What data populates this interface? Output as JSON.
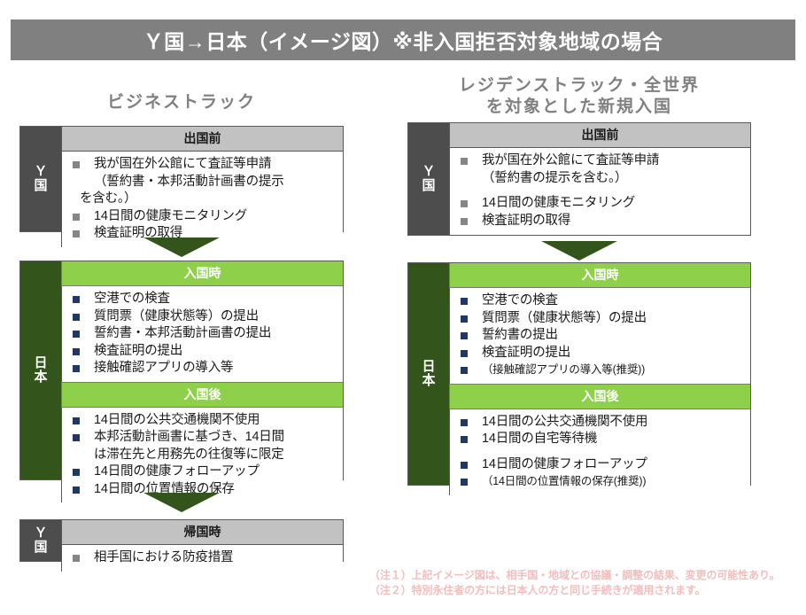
{
  "title": "Ｙ国→日本（イメージ図）※非入国拒否対象地域の場合",
  "columns": {
    "left": {
      "heading": "ビジネストラック",
      "boxes": [
        {
          "side_label_line1": "Ｙ",
          "side_label_line2": "国",
          "side_style": "gray",
          "sections": [
            {
              "band": "出国前",
              "band_style": "gray",
              "items": [
                {
                  "text": "我が国在外公館にて査証等申請",
                  "marker": "gray"
                },
                {
                  "text": "（誓約書・本邦活動計画書の提示",
                  "marker": "none"
                },
                {
                  "text": "を含む。）",
                  "marker": "none",
                  "flush": true
                },
                {
                  "text": "14日間の健康モニタリング",
                  "marker": "gray"
                },
                {
                  "text": "検査証明の取得",
                  "marker": "gray"
                }
              ]
            }
          ]
        },
        {
          "side_label_line1": "日",
          "side_label_line2": "本",
          "side_style": "green",
          "sections": [
            {
              "band": "入国時",
              "band_style": "green",
              "items": [
                {
                  "text": "空港での検査",
                  "marker": "navy"
                },
                {
                  "text": "質問票（健康状態等）の提出",
                  "marker": "navy"
                },
                {
                  "text": "誓約書・本邦活動計画書の提出",
                  "marker": "navy"
                },
                {
                  "text": "検査証明の提出",
                  "marker": "navy"
                },
                {
                  "text": "接触確認アプリの導入等",
                  "marker": "navy"
                }
              ]
            },
            {
              "band": "入国後",
              "band_style": "green",
              "items": [
                {
                  "text": "14日間の公共交通機関不使用",
                  "marker": "navy"
                },
                {
                  "text": "本邦活動計画書に基づき、14日間",
                  "marker": "navy"
                },
                {
                  "text": "は滞在先と用務先の往復等に限定",
                  "marker": "none"
                },
                {
                  "text": "14日間の健康フォローアップ",
                  "marker": "navy"
                },
                {
                  "text": "14日間の位置情報の保存",
                  "marker": "navy"
                }
              ]
            }
          ]
        },
        {
          "side_label_line1": "Ｙ",
          "side_label_line2": "国",
          "side_style": "gray",
          "sections": [
            {
              "band": "帰国時",
              "band_style": "gray",
              "items": [
                {
                  "text": "相手国における防疫措置",
                  "marker": "gray"
                }
              ]
            }
          ]
        }
      ]
    },
    "right": {
      "heading_line1": "レジデンストラック・全世界",
      "heading_line2": "を対象とした新規入国",
      "boxes": [
        {
          "side_label_line1": "Ｙ",
          "side_label_line2": "国",
          "side_style": "gray",
          "sections": [
            {
              "band": "出国前",
              "band_style": "gray",
              "items": [
                {
                  "text": "我が国在外公館にて査証等申請",
                  "marker": "gray"
                },
                {
                  "text": "（誓約書の提示を含む。）",
                  "marker": "none"
                },
                {
                  "text": "",
                  "marker": "spacer"
                },
                {
                  "text": "14日間の健康モニタリング",
                  "marker": "gray"
                },
                {
                  "text": "検査証明の取得",
                  "marker": "gray"
                }
              ]
            }
          ]
        },
        {
          "side_label_line1": "日",
          "side_label_line2": "本",
          "side_style": "green",
          "sections": [
            {
              "band": "入国時",
              "band_style": "green",
              "items": [
                {
                  "text": "空港での検査",
                  "marker": "navy"
                },
                {
                  "text": "質問票（健康状態等）の提出",
                  "marker": "navy"
                },
                {
                  "text": "誓約書の提出",
                  "marker": "navy"
                },
                {
                  "text": "検査証明の提出",
                  "marker": "navy"
                },
                {
                  "text": "（接触確認アプリの導入等(推奨))",
                  "marker": "navy"
                }
              ]
            },
            {
              "band": "入国後",
              "band_style": "green",
              "items": [
                {
                  "text": "14日間の公共交通機関不使用",
                  "marker": "navy"
                },
                {
                  "text": "14日間の自宅等待機",
                  "marker": "navy"
                },
                {
                  "text": "",
                  "marker": "spacer"
                },
                {
                  "text": "14日間の健康フォローアップ",
                  "marker": "navy"
                },
                {
                  "text": "（14日間の位置情報の保存(推奨))",
                  "marker": "navy"
                }
              ]
            }
          ]
        }
      ]
    }
  },
  "footnotes": [
    "（注１）上記イメージ図は、相手国・地域との協議・調整の結果、変更の可能性あり。",
    "（注２）特別永住者の方には日本人の方と同じ手続きが適用されます。"
  ],
  "colors": {
    "title_bar": "#808080",
    "side_gray": "#4d4d4d",
    "side_green": "#33551b",
    "band_gray": "#c2c2c2",
    "band_green": "#8ed04a",
    "arrow_green": "#33551b",
    "bullet_gray": "#868686",
    "bullet_navy": "#1f3864",
    "footnote": "#f3bdbd",
    "heading": "#808080"
  }
}
